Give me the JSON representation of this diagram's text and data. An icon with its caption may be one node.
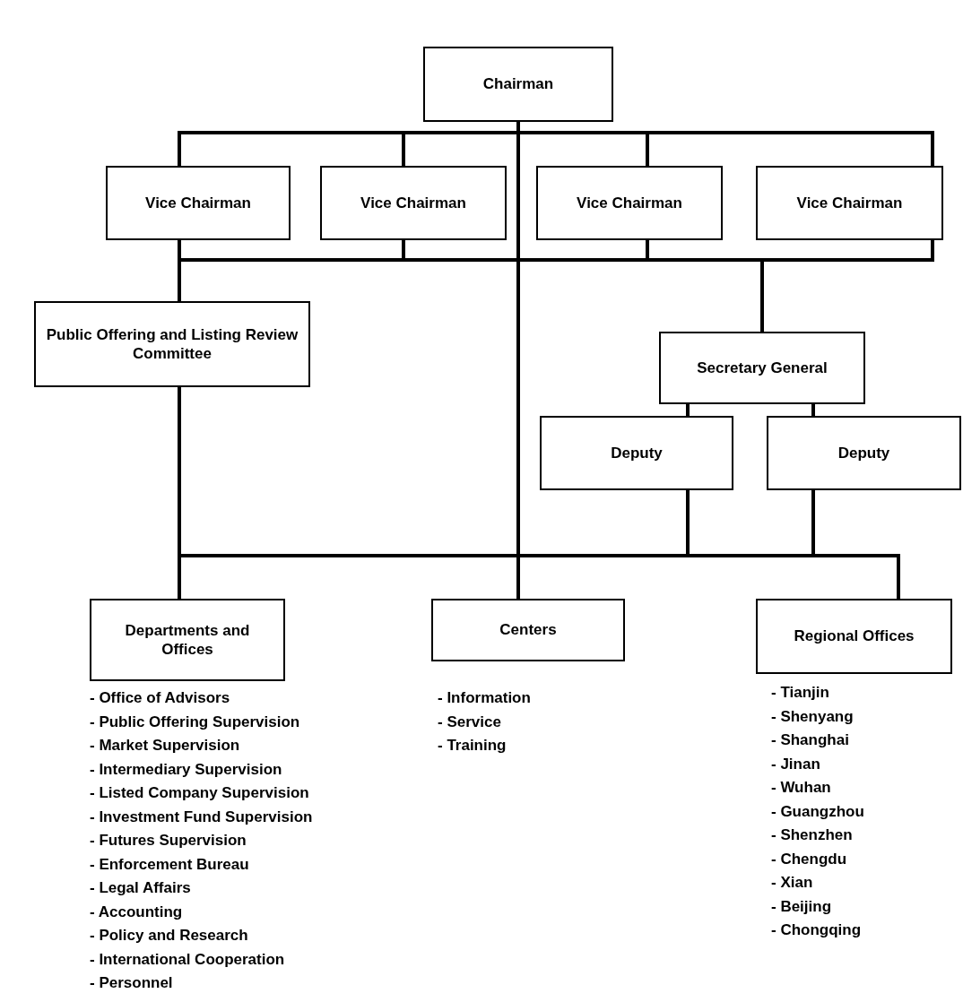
{
  "diagram": {
    "nodes": [
      {
        "text": [
          "Chairman"
        ]
      },
      {
        "text": [
          "Vice Chairman"
        ]
      },
      {
        "text": [
          "Vice Chairman"
        ]
      },
      {
        "text": [
          "Vice Chairman"
        ]
      },
      {
        "text": [
          "Vice Chairman"
        ]
      },
      {
        "text": [
          "Public Offering and Listing Review Committee"
        ]
      },
      {
        "text": [
          "Secretary General"
        ]
      },
      {
        "text": [
          "Deputy"
        ]
      },
      {
        "text": [
          "Deputy"
        ]
      },
      {
        "text": [
          "Departments and Offices"
        ],
        "beside": [
          "- Office of Advisors",
          "- Public Offering Supervision",
          "- Market Supervision",
          "- Intermediary Supervision",
          "- Listed Company Supervision",
          "- Investment Fund Supervision",
          "- Futures Supervision",
          "- Enforcement Bureau",
          "- Legal Affairs",
          "- Accounting",
          "- Policy and Research",
          "- International Cooperation",
          "- Personnel"
        ]
      },
      {
        "text": [
          "Centers"
        ],
        "beside": [
          "- Information",
          "- Service",
          "- Training"
        ]
      },
      {
        "text": [
          "Regional Offices"
        ],
        "beside": [
          "- Tianjin",
          "- Shenyang",
          "- Shanghai",
          "- Jinan",
          "- Wuhan",
          "- Guangzhou",
          "- Shenzhen",
          "- Chengdu",
          "- Xian",
          "- Beijing",
          "- Chongqing"
        ]
      }
    ],
    "edges": [
      {
        "from": 0,
        "to": 1,
        "arrow": "none"
      },
      {
        "from": 0,
        "to": 2,
        "arrow": "none"
      },
      {
        "from": 0,
        "to": 3,
        "arrow": "none"
      },
      {
        "from": 0,
        "to": 4,
        "arrow": "none"
      },
      {
        "from": 1,
        "to": 5,
        "arrow": "none"
      },
      {
        "from": 2,
        "to": 5,
        "arrow": "none"
      },
      {
        "from": 3,
        "to": 5,
        "arrow": "none"
      },
      {
        "from": 4,
        "to": 5,
        "arrow": "none"
      },
      {
        "from": 1,
        "to": 6,
        "arrow": "none"
      },
      {
        "from": 2,
        "to": 6,
        "arrow": "none"
      },
      {
        "from": 3,
        "to": 6,
        "arrow": "none"
      },
      {
        "from": 4,
        "to": 6,
        "arrow": "none"
      },
      {
        "from": 6,
        "to": 7,
        "arrow": "none"
      },
      {
        "from": 6,
        "to": 8,
        "arrow": "none"
      },
      {
        "from": 0,
        "to": 10,
        "arrow": "none"
      },
      {
        "from": 5,
        "to": 9,
        "arrow": "none"
      },
      {
        "from": 5,
        "to": 11,
        "arrow": "none"
      },
      {
        "from": 7,
        "to": 9,
        "arrow": "none"
      },
      {
        "from": 7,
        "to": 11,
        "arrow": "none"
      },
      {
        "from": 8,
        "to": 9,
        "arrow": "none"
      },
      {
        "from": 8,
        "to": 11,
        "arrow": "none"
      }
    ]
  }
}
